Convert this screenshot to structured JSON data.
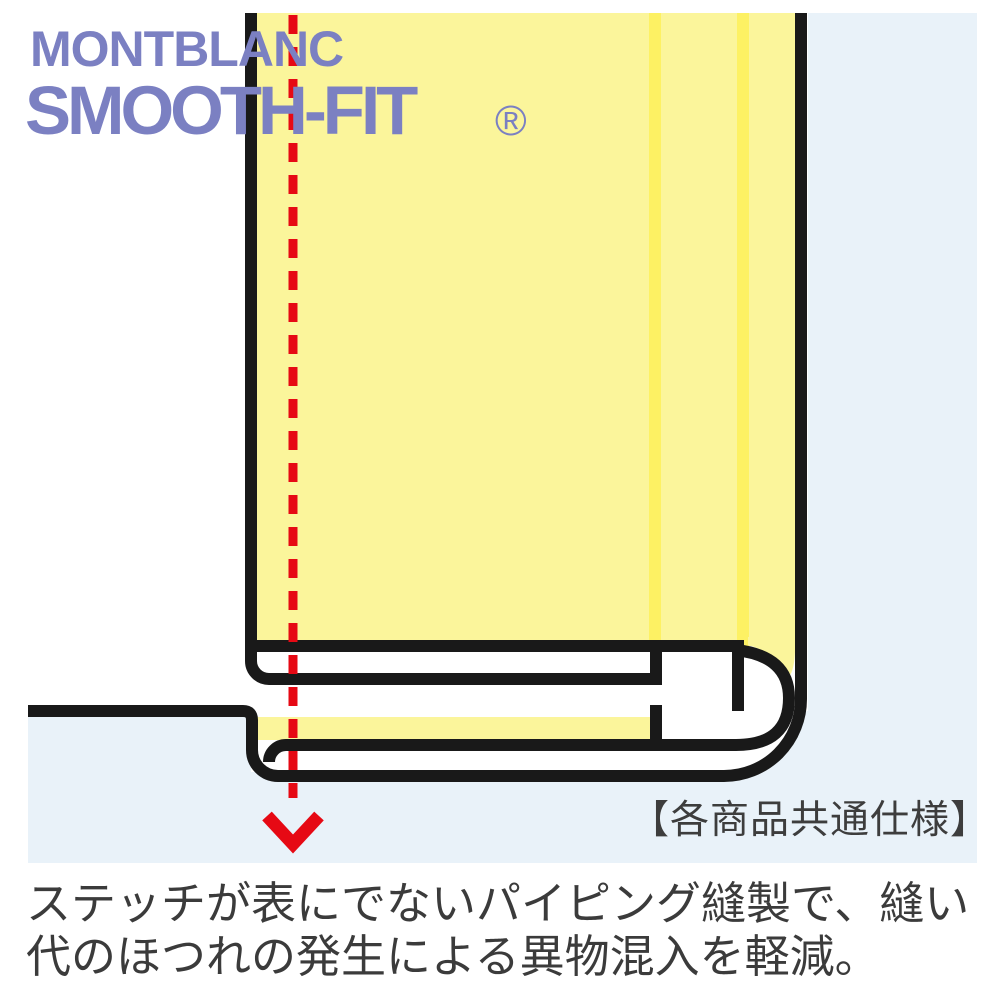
{
  "logo": {
    "brand": "MONTBLANC",
    "product": "SMOOTH-FIT",
    "registered_mark": "®"
  },
  "spec_label": "【各商品共通仕様】",
  "caption": {
    "line1": "ステッチが表にでないパイピング縫製で、縫い",
    "line2": "代のほつれの発生による異物混入を軽減。"
  },
  "diagram": {
    "description": "cross-section of piping seam: yellow outer fabric folded at bottom edge enclosing raw edges, red dashed arrow showing needle line not reaching the outside",
    "fabric_fill": "piping-fold-cross-section",
    "arrow_direction": "down"
  },
  "colors": {
    "fabric_yellow": "#FBF59B",
    "fabric_fold_stripe": "#FDF163",
    "background_blue": "#E9F2F9",
    "outline_black": "#191919",
    "stitch_red": "#E60914",
    "logo_purple": "#7B80C2",
    "caption_gray": "#3B3B3B"
  }
}
